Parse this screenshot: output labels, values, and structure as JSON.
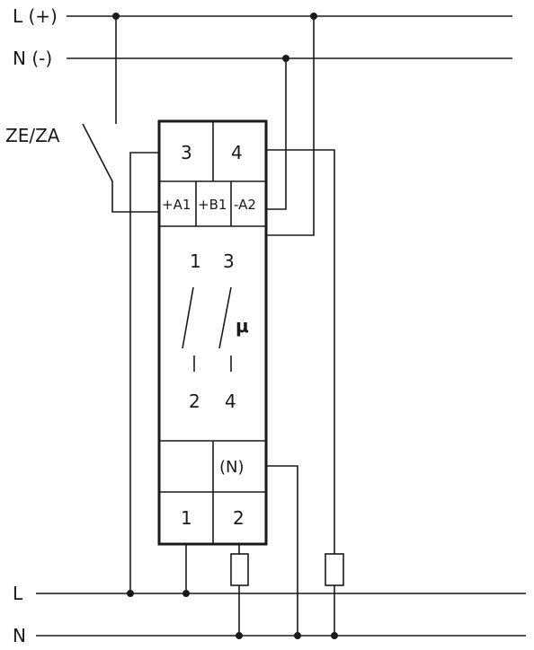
{
  "lines": {
    "l_plus": "L (+)",
    "n_minus": "N (-)",
    "l": "L",
    "n": "N"
  },
  "control_input": "ZE/ZA",
  "terminals": {
    "top_left": "3",
    "top_right": "4",
    "a1": "+A1",
    "b1": "+B1",
    "a2": "-A2",
    "n_out": "(N)",
    "bottom_left": "1",
    "bottom_right": "2"
  },
  "contacts": {
    "c1_top": "1",
    "c2_top": "3",
    "c1_bottom": "2",
    "c2_bottom": "4",
    "mark": "μ"
  }
}
